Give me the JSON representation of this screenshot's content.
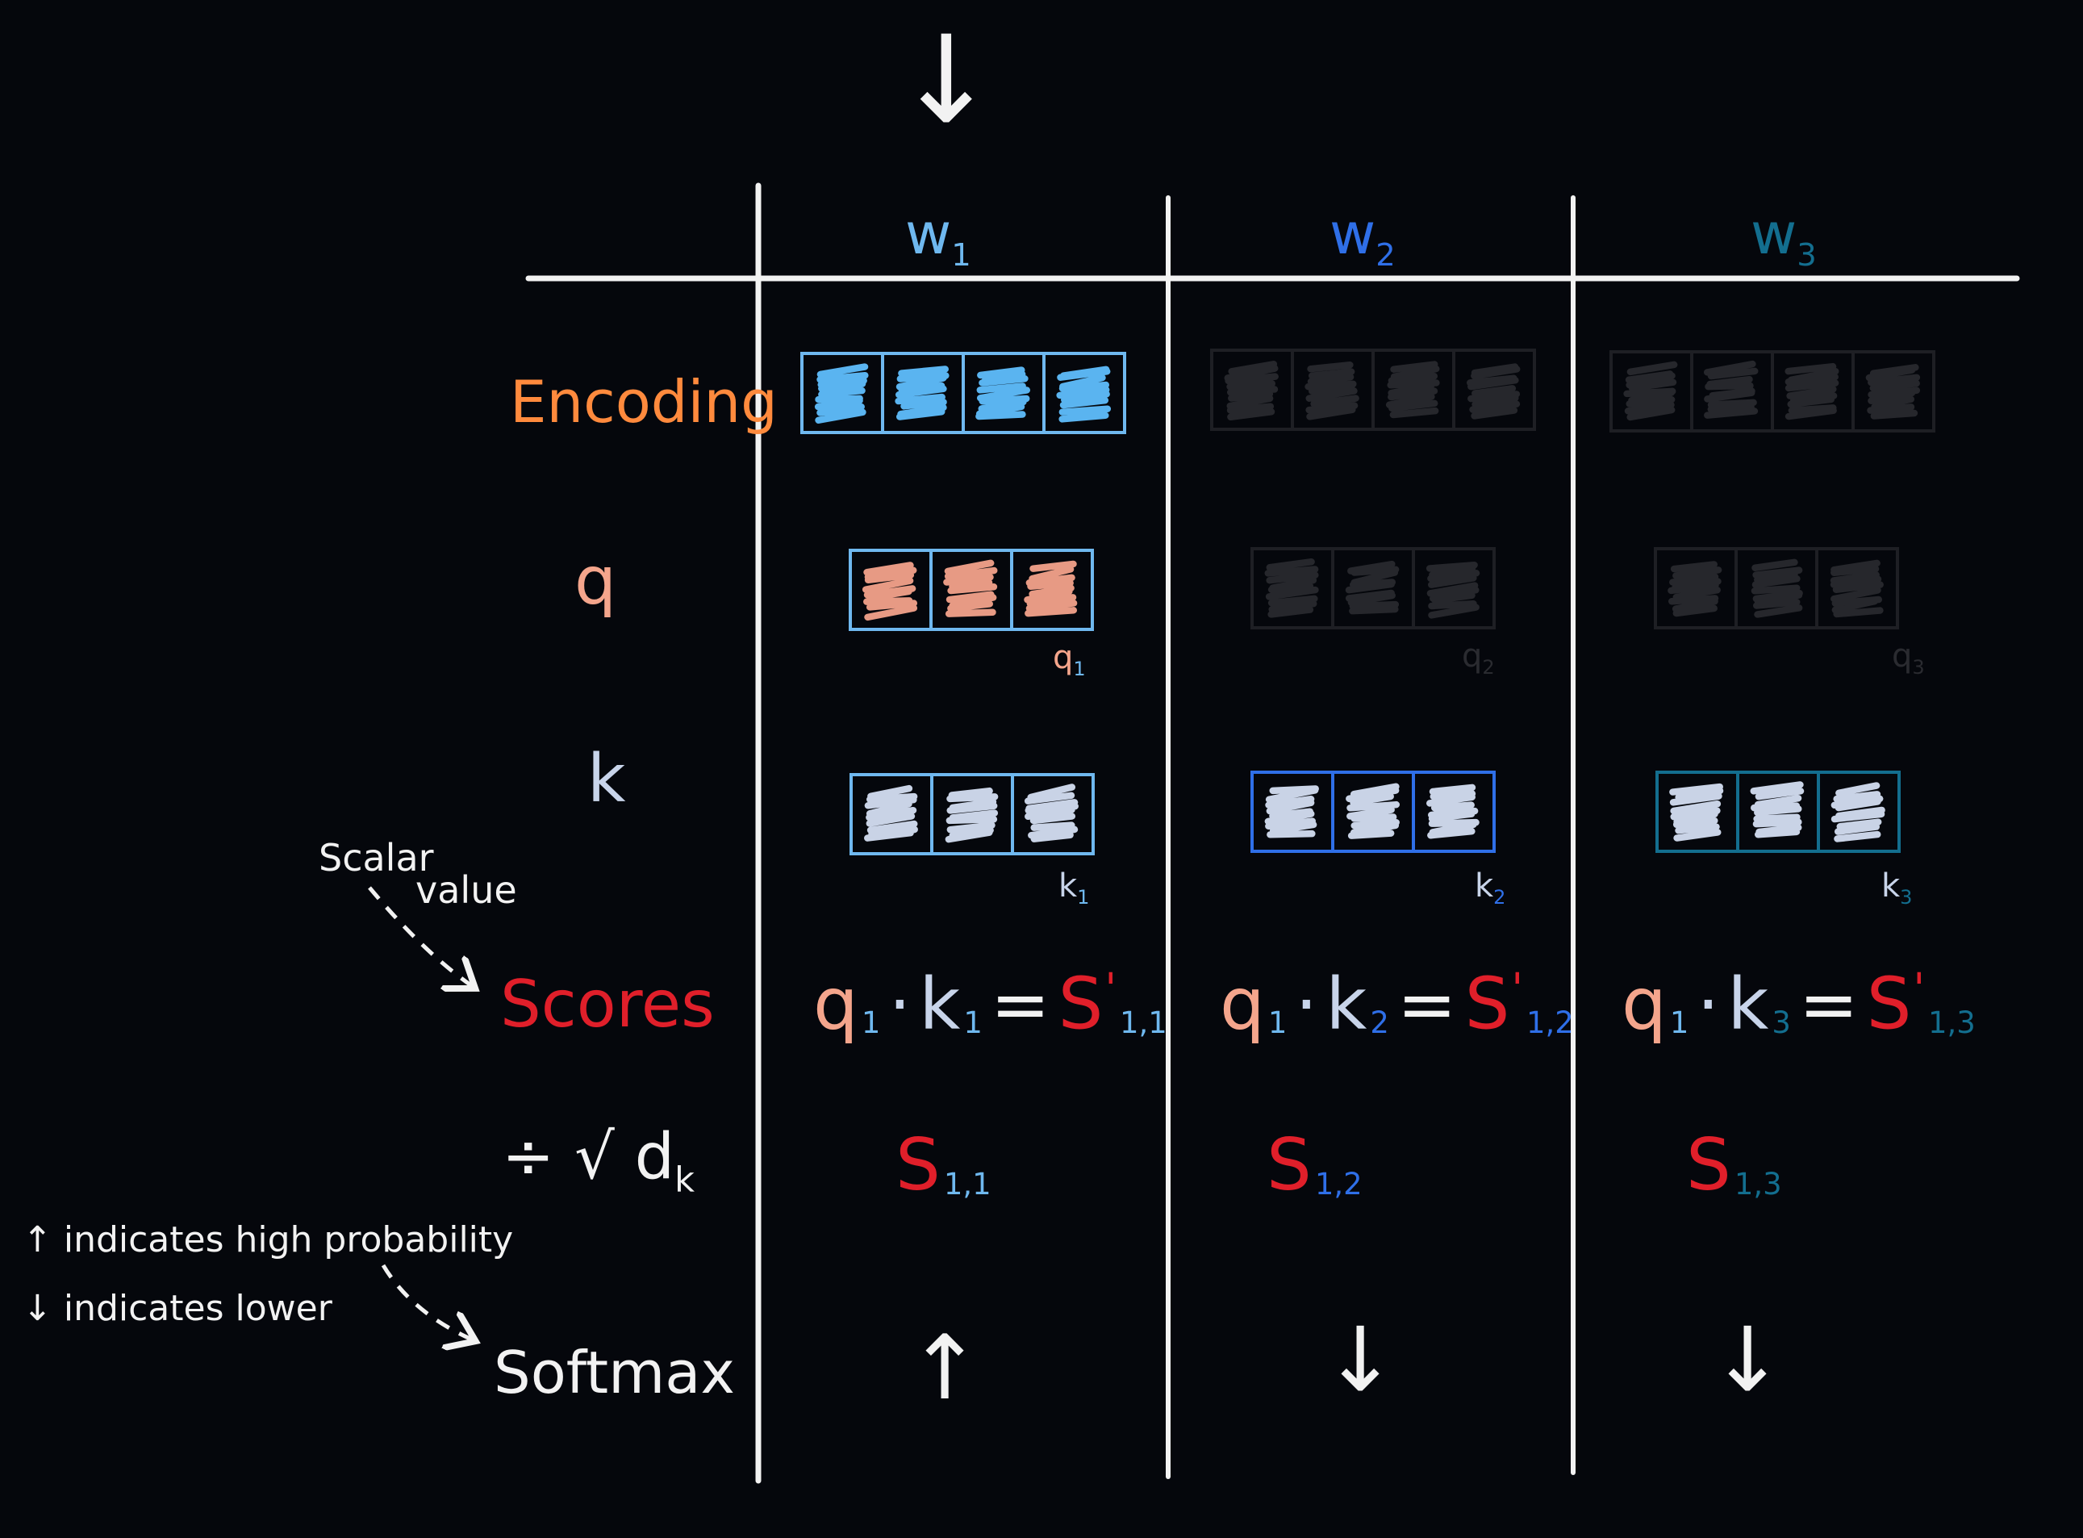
{
  "columns": [
    {
      "id": "w1",
      "label": "w",
      "sub": "1",
      "color": "#6fb8ef",
      "active": true
    },
    {
      "id": "w2",
      "label": "w",
      "sub": "2",
      "color": "#2f6fe8",
      "active": false
    },
    {
      "id": "w3",
      "label": "w",
      "sub": "3",
      "color": "#136e8f",
      "active": false
    }
  ],
  "rows": {
    "encoding": "Encoding",
    "q": "q",
    "k": "k",
    "scores": "Scores",
    "scale": "÷ √ d",
    "scale_sub": "k",
    "softmax": "Softmax"
  },
  "vector_labels": {
    "q": [
      {
        "base": "q",
        "sub": "1"
      },
      {
        "base": "q",
        "sub": "2"
      },
      {
        "base": "q",
        "sub": "3"
      }
    ],
    "k": [
      {
        "base": "k",
        "sub": "1"
      },
      {
        "base": "k",
        "sub": "2"
      },
      {
        "base": "k",
        "sub": "3"
      }
    ]
  },
  "score_equations": [
    {
      "q": "q",
      "q_sub": "1",
      "dot": "·",
      "k": "k",
      "k_sub": "1",
      "eq": "=",
      "s": "S",
      "prime": "'",
      "s_sub": "1,1"
    },
    {
      "q": "q",
      "q_sub": "1",
      "dot": "·",
      "k": "k",
      "k_sub": "2",
      "eq": "=",
      "s": "S",
      "prime": "'",
      "s_sub": "1,2"
    },
    {
      "q": "q",
      "q_sub": "1",
      "dot": "·",
      "k": "k",
      "k_sub": "3",
      "eq": "=",
      "s": "S",
      "prime": "'",
      "s_sub": "1,3"
    }
  ],
  "scaled_scores": [
    {
      "s": "S",
      "s_sub": "1,1"
    },
    {
      "s": "S",
      "s_sub": "1,2"
    },
    {
      "s": "S",
      "s_sub": "1,3"
    }
  ],
  "softmax_arrows": [
    "↑",
    "↓",
    "↓"
  ],
  "top_arrow": "↓",
  "annotations": {
    "scalar_1": "Scalar",
    "scalar_2": "value",
    "legend_high": "↑ indicates high probability",
    "legend_low": "↓ indicates lower"
  },
  "colors": {
    "background": "#05070c",
    "chalk": "#f2f2f2",
    "encoding": "#ff8a3d",
    "query": "#f4a58c",
    "key": "#c8d4ea",
    "score": "#e01f2a",
    "inactive": "#1e1f24"
  }
}
